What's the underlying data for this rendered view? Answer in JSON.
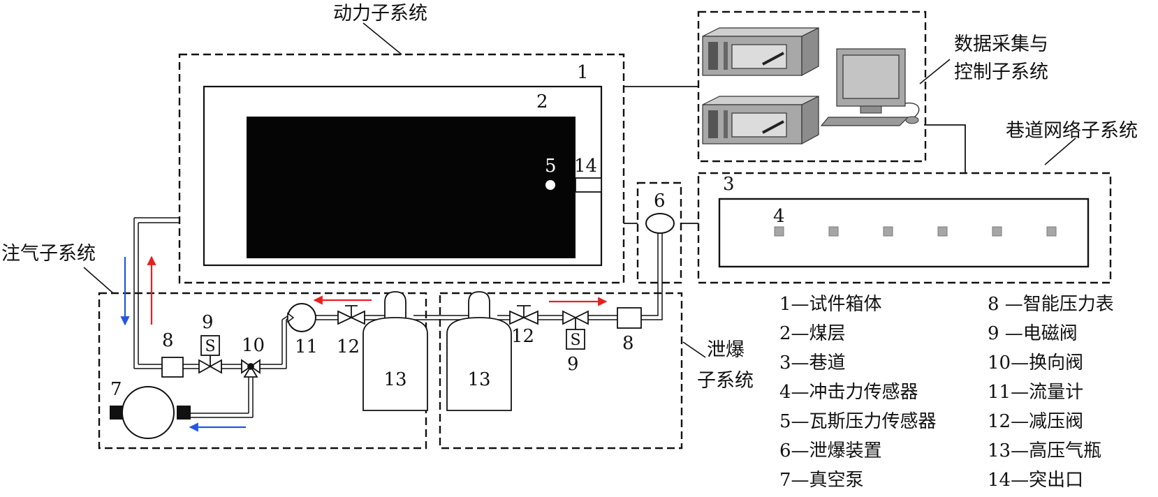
{
  "systems": {
    "power": "动力子系统",
    "daq_line1": "数据采集与",
    "daq_line2": "控制子系统",
    "tunnel": "巷道网络子系统",
    "gas": "注气子系统",
    "vent_line1": "泄爆",
    "vent_line2": "子系统"
  },
  "numbers": [
    "1",
    "2",
    "3",
    "4",
    "5",
    "6",
    "7",
    "8",
    "9",
    "10",
    "11",
    "12",
    "13",
    "14"
  ],
  "valve_sign": "S",
  "legend": [
    "1—试件箱体",
    "2—煤层",
    "3—巷道",
    "4—冲击力传感器",
    "5—瓦斯压力传感器",
    "6—泄爆装置",
    "7—真空泵",
    "8 —智能压力表",
    "9 —电磁阀",
    "10—换向阀",
    "11—流量计",
    "12—减压阀",
    "13—高压气瓶",
    "14—突出口"
  ],
  "colors": {
    "flow_red": "#e8201f",
    "flow_blue": "#2456e0",
    "coal": "#050505",
    "sensor": "#a6a6a6",
    "device": "#9a9a9a"
  }
}
